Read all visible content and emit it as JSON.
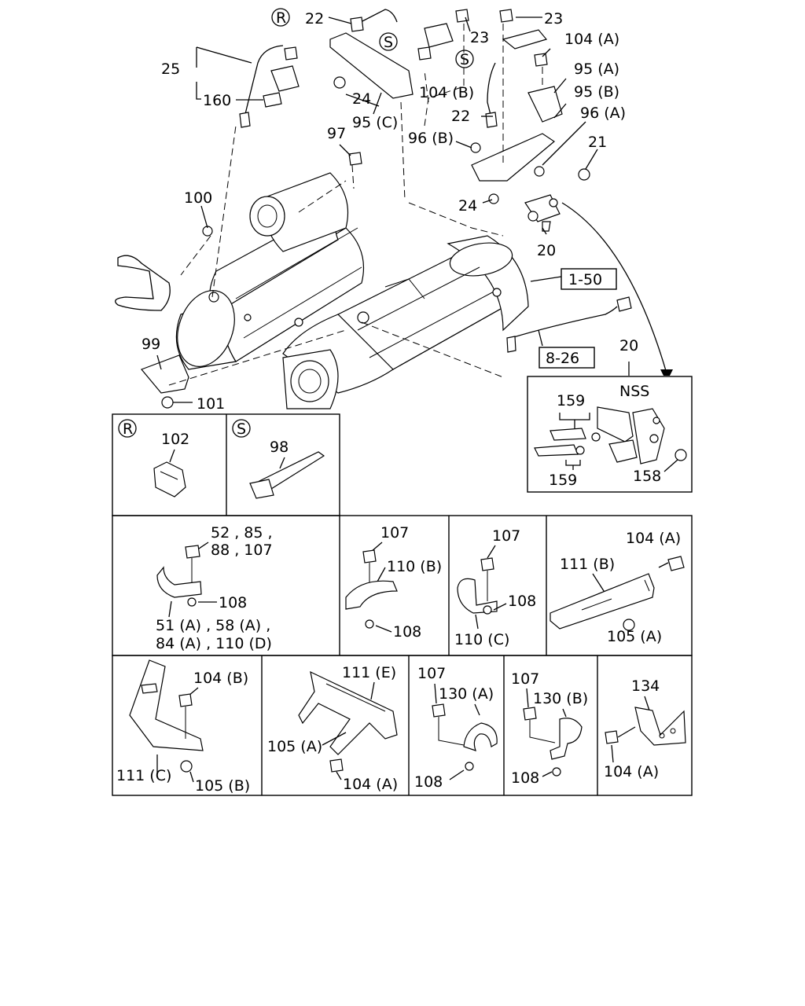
{
  "main_labels": {
    "l25": "25",
    "l160": "160",
    "l22a": "22",
    "l23a": "23",
    "l23b": "23",
    "l104a1": "104 (A)",
    "l104b1": "104 (B)",
    "l24a": "24",
    "l95c": "95 (C)",
    "l95a": "95 (A)",
    "l95b": "95 (B)",
    "l96a": "96 (A)",
    "l22b": "22",
    "l96b": "96 (B)",
    "l97": "97",
    "l21": "21",
    "l100": "100",
    "l24b": "24",
    "l20a": "20",
    "l150": "1-50",
    "l99": "99",
    "l826": "8-26",
    "l101": "101",
    "l20b": "20",
    "R": "R",
    "S": "S"
  },
  "inset_nss": {
    "title": "NSS",
    "l159a": "159",
    "l159b": "159",
    "l158": "158"
  },
  "detail_R": {
    "marker": "R",
    "part": "102"
  },
  "detail_S": {
    "marker": "S",
    "part": "98"
  },
  "detail_clamp1": {
    "top_line1": "52 , 85 ,",
    "top_line2": "88 , 107",
    "nut": "108",
    "bottom_line1": "51 (A) , 58 (A) ,",
    "bottom_line2": "84 (A) , 110 (D)"
  },
  "detail_clamp2": {
    "bolt": "107",
    "clamp": "110 (B)",
    "nut": "108"
  },
  "detail_clamp3": {
    "bolt": "107",
    "nut": "108",
    "clamp": "110 (C)"
  },
  "detail_bracket_b": {
    "bolt": "104 (A)",
    "bracket": "111 (B)",
    "nut": "105 (A)"
  },
  "detail_bracket_c": {
    "bolt": "104 (B)",
    "bracket": "111 (C)",
    "nut": "105 (B)"
  },
  "detail_bracket_e": {
    "bracket": "111 (E)",
    "nut": "105 (A)",
    "bolt": "104 (A)"
  },
  "detail_clamp_130a": {
    "bolt": "107",
    "clamp": "130 (A)",
    "nut": "108"
  },
  "detail_clamp_130b": {
    "bolt": "107",
    "clamp": "130 (B)",
    "nut": "108"
  },
  "detail_bracket_134": {
    "bracket": "134",
    "bolt": "104 (A)"
  }
}
